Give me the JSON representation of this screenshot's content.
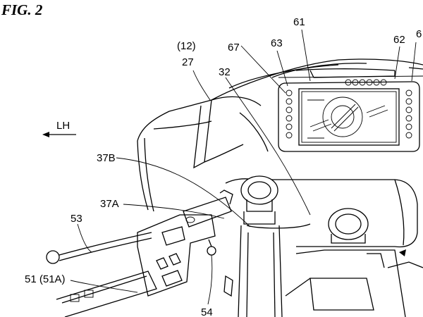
{
  "figure": {
    "title": "FIG. 2",
    "direction_label": "LH"
  },
  "labels": [
    {
      "id": "label-61",
      "text": "61"
    },
    {
      "id": "label-62",
      "text": "62"
    },
    {
      "id": "label-6x",
      "text": "6"
    },
    {
      "id": "label-63",
      "text": "63"
    },
    {
      "id": "label-67",
      "text": "67"
    },
    {
      "id": "label-12",
      "text": "(12)"
    },
    {
      "id": "label-27",
      "text": "27"
    },
    {
      "id": "label-32",
      "text": "32"
    },
    {
      "id": "label-37b",
      "text": "37B"
    },
    {
      "id": "label-37a",
      "text": "37A"
    },
    {
      "id": "label-53",
      "text": "53"
    },
    {
      "id": "label-51",
      "text": "51 (51A)"
    },
    {
      "id": "label-54",
      "text": "54"
    }
  ]
}
